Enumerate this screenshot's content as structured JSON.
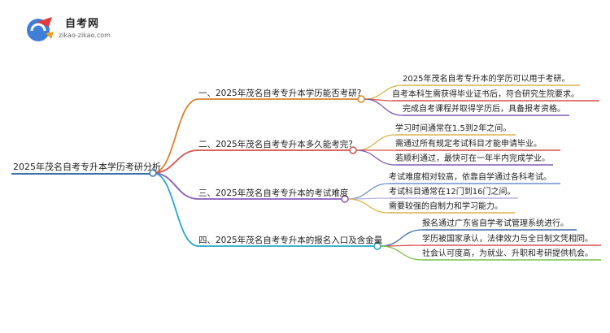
{
  "logo": {
    "title": "自考网",
    "subtitle": "zikao-zikao.com"
  },
  "colors": {
    "root_line": "#3f6fa8",
    "branch_1": "#d9822b",
    "branch_2": "#d94f4f",
    "branch_3": "#8a5bb8",
    "branch_4": "#27a8c2",
    "leaves_1": [
      "#d8b24a",
      "#d94f4f",
      "#7c5bb0"
    ],
    "leaves_2": [
      "#d8b24a",
      "#d94f4f",
      "#7c5bb0"
    ],
    "leaves_3": [
      "#6a8fd0",
      "#b9b3d9",
      "#d8b24a"
    ],
    "leaves_4": [
      "#3f6fa8",
      "#d94f4f",
      "#7ac04a"
    ]
  },
  "mindmap": {
    "root": "2025年茂名自考专升本学历考研分析",
    "branches": [
      {
        "label": "一、2025年茂名自考专升本学历能否考研?",
        "leaves": [
          "2025年茂名自考专升本的学历可以用于考研。",
          "自考本科生需获得毕业证书后，符合研究生院要求。",
          "完成自考课程并取得学历后，具备报考资格。"
        ]
      },
      {
        "label": "二、2025年茂名自考专升本多久能考完?",
        "leaves": [
          "学习时间通常在1.5到2年之间。",
          "需通过所有规定考试科目才能申请毕业。",
          "若顺利通过，最快可在一年半内完成学业。"
        ]
      },
      {
        "label": "三、2025年茂名自考专升本的考试难度",
        "leaves": [
          "考试难度相对较高，依靠自学通过各科考试。",
          "考试科目通常在12门到16门之间。",
          "需要较强的自制力和学习能力。"
        ]
      },
      {
        "label": "四、2025年茂名自考专升本的报名入口及含金量",
        "leaves": [
          "报名通过广东省自学考试管理系统进行。",
          "学历被国家承认，法律效力与全日制文凭相同。",
          "社会认可度高，为就业、升职和考研提供机会。"
        ]
      }
    ]
  }
}
